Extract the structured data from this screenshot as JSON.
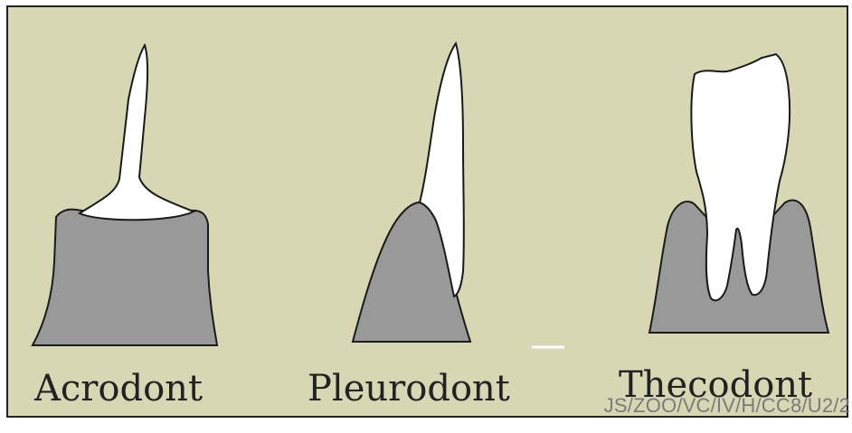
{
  "labels": {
    "acrodont": "Acrodont",
    "pleurodont": "Pleurodont",
    "thecodont": "Thecodont"
  },
  "footer": "JS/ZOO/VC/IV/H/CC8/U2/2",
  "colors": {
    "background": "#d8d7b3",
    "bone": "#999999",
    "tooth": "#ffffff",
    "outline": "#1a1a1a"
  }
}
